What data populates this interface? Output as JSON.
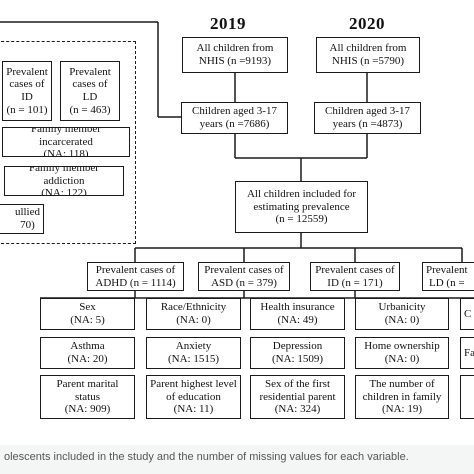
{
  "years": {
    "y2019": "2019",
    "y2020": "2020"
  },
  "top": {
    "nhis_2019": "All children from\nNHIS (n =9193)",
    "nhis_2020": "All children from\nNHIS (n =5790)",
    "aged_2019": "Children aged 3-17\nyears (n =7686)",
    "aged_2020": "Children aged 3-17\nyears (n =4873)",
    "all_included": "All children included for\nestimating prevalence\n(n = 12559)"
  },
  "left_panel": {
    "prev_id": "Prevalent\ncases of\nID\n(n = 101)",
    "prev_ld": "Prevalent\ncases of\nLD\n(n = 463)",
    "incarcerated": "Family member incarcerated\n(NA: 118)",
    "addiction": "Family member addiction\n(NA: 122)",
    "bullied": "ullied\n70)"
  },
  "prevalent": {
    "adhd": "Prevalent cases of\nADHD (n = 1114)",
    "asd": "Prevalent cases of\nASD (n = 379)",
    "id": "Prevalent cases of\nID (n = 171)",
    "ld": "Prevalent\nLD (n ="
  },
  "variables": {
    "sex": "Sex\n(NA: 5)",
    "race": "Race/Ethnicity\n(NA: 0)",
    "health_insurance": "Health insurance\n(NA: 49)",
    "urbanicity": "Urbanicity\n(NA: 0)",
    "c_partial": "C",
    "asthma": "Asthma\n(NA: 20)",
    "anxiety": "Anxiety\n(NA: 1515)",
    "depression": "Depression\n(NA: 1509)",
    "home_ownership": "Home ownership\n(NA: 0)",
    "fa_partial": "Fa",
    "marital": "Parent marital\nstatus\n(NA: 909)",
    "education": "Parent highest level\nof education\n(NA: 11)",
    "first_parent": "Sex of the first\nresidential parent\n(NA: 324)",
    "children_family": "The number of\nchildren in family\n(NA: 19)"
  },
  "caption": "olescents included in the study and the number of missing values for each variable."
}
